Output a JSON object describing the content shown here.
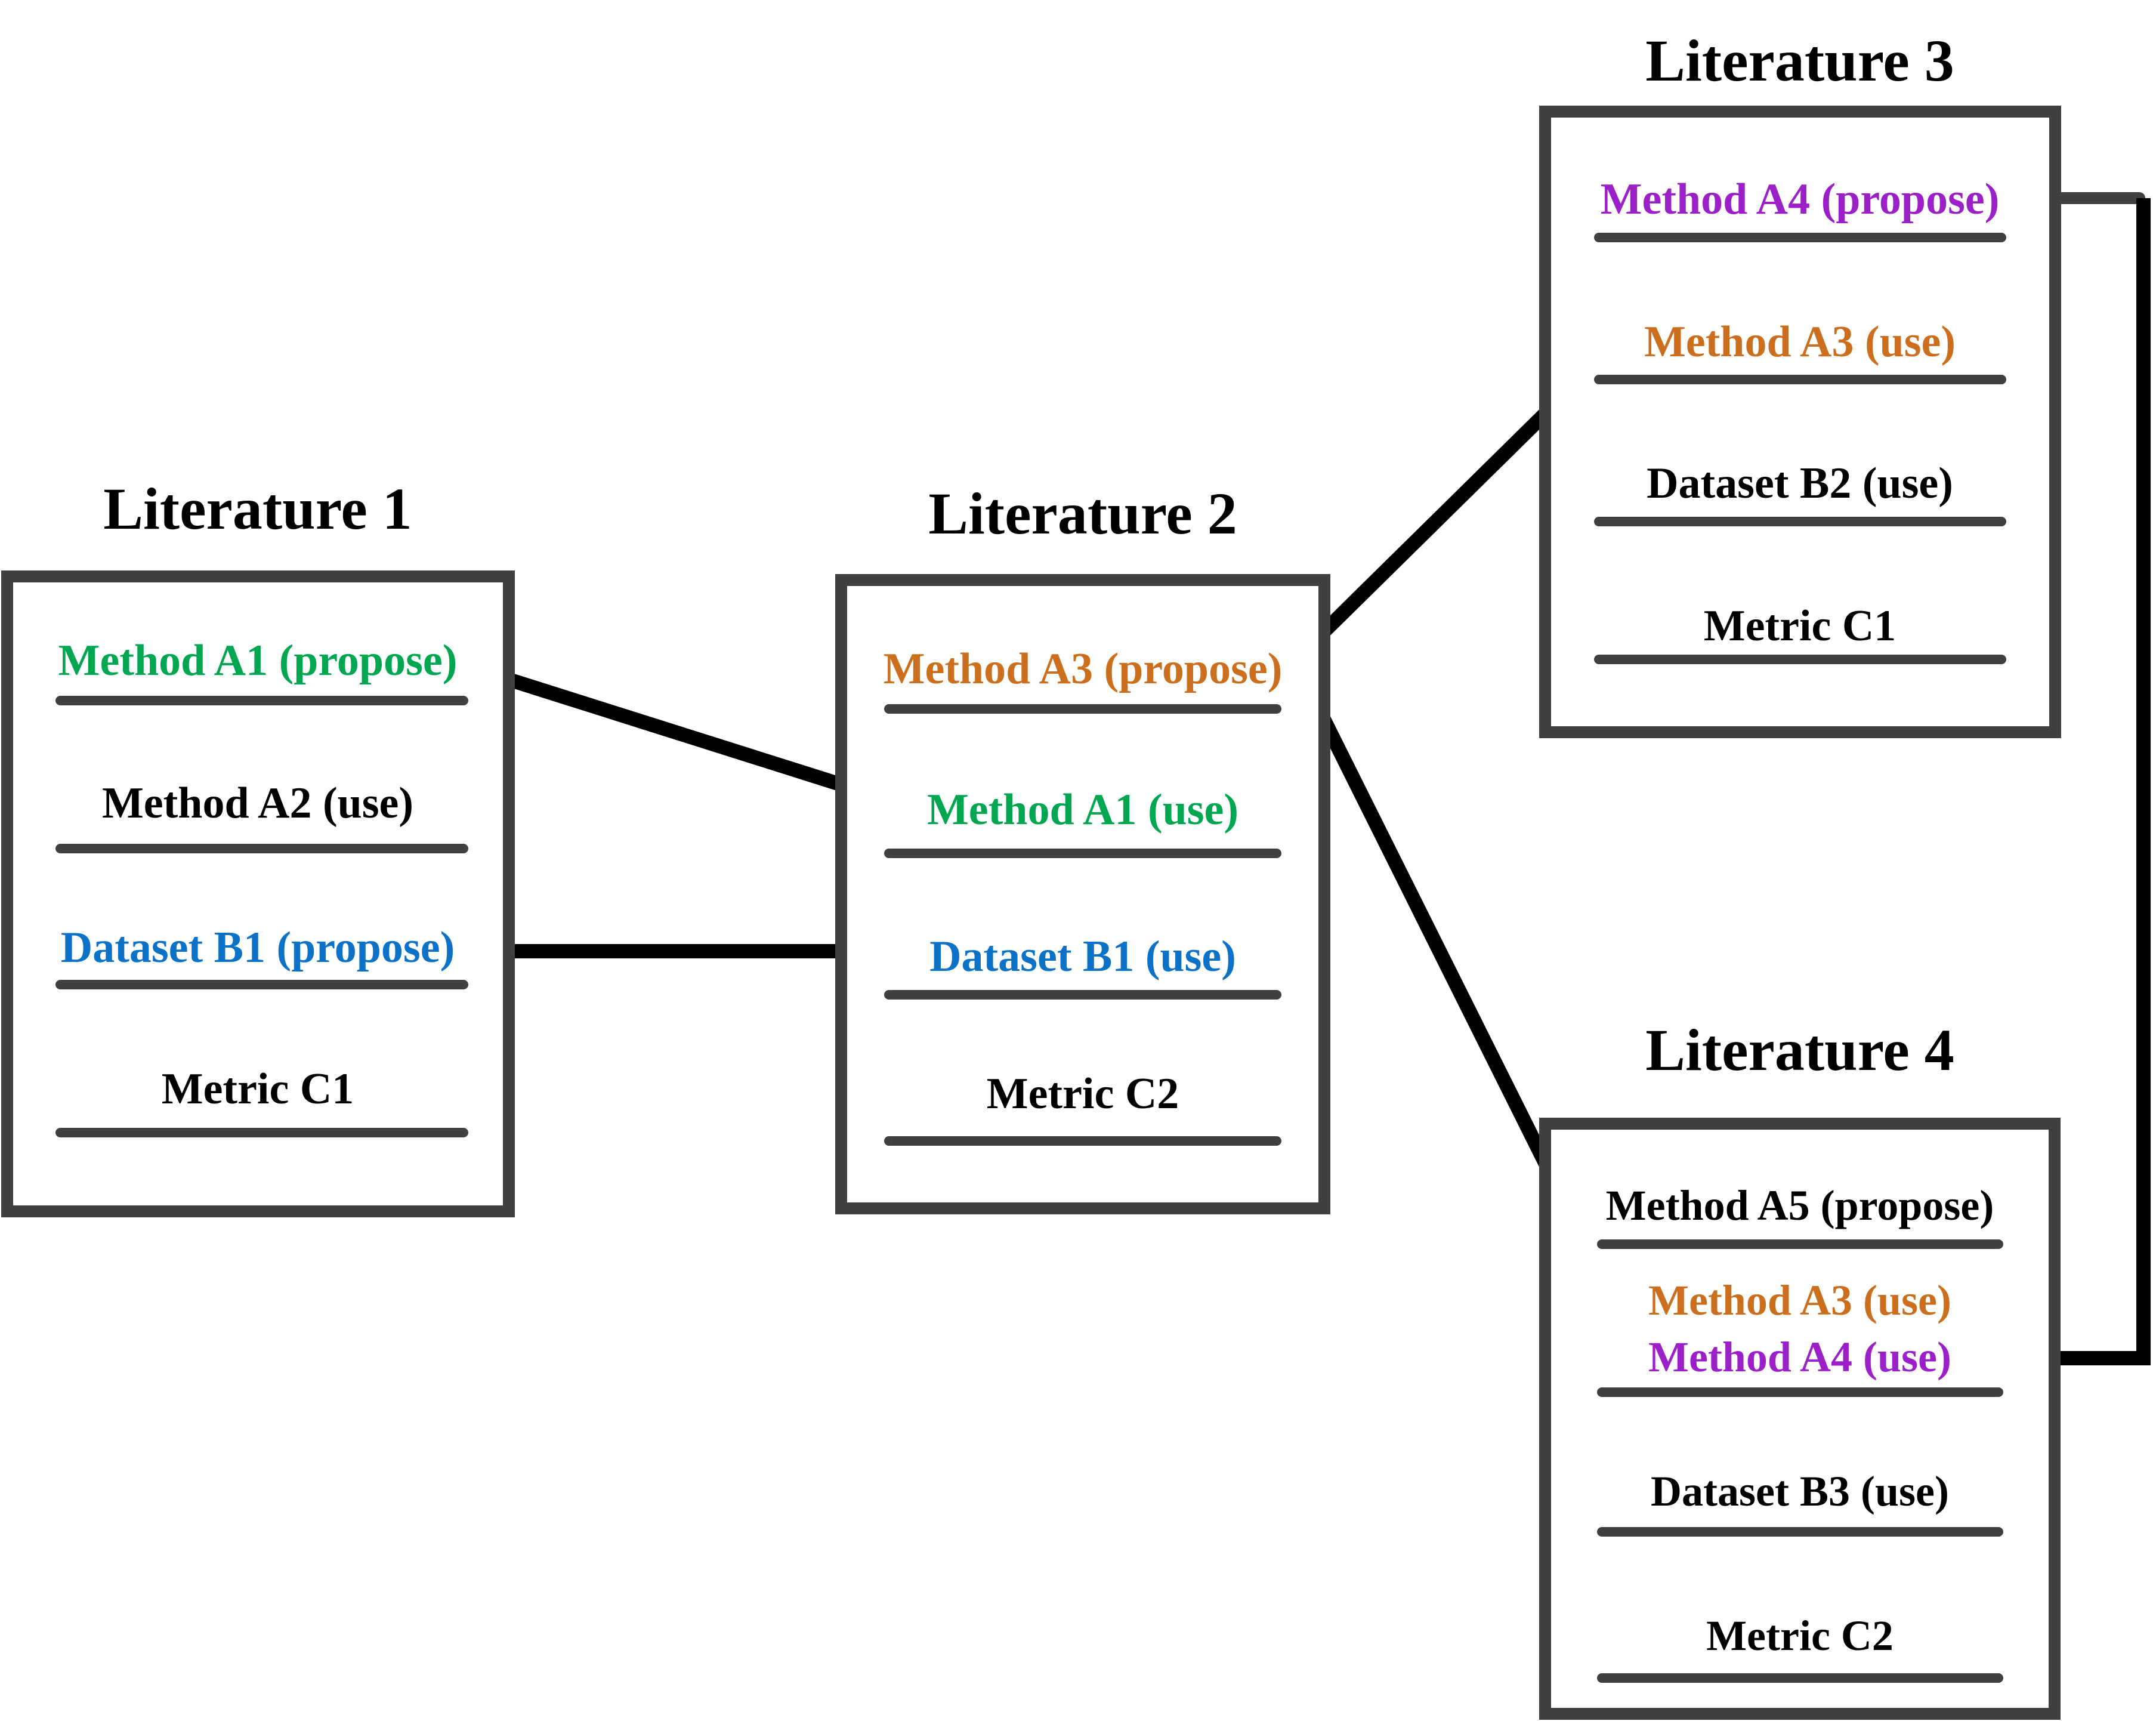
{
  "diagram_type": "literature-citation-diagram",
  "colors": {
    "method_a1_green": "#00A650",
    "dataset_b1_blue": "#0B72C8",
    "method_a3_orange": "#CB6F1E",
    "method_a4_purple": "#9C20C8",
    "default_black": "#000000",
    "border_gray": "#404040",
    "arrow_black": "#000000",
    "background": "#FFFFFF"
  },
  "literatures": [
    {
      "title": "Literature 1",
      "items": [
        {
          "label": "Method A1 (propose)",
          "color": "#00A650"
        },
        {
          "label": "Method A2 (use)",
          "color": "#000000"
        },
        {
          "label": "Dataset B1 (propose)",
          "color": "#0B72C8"
        },
        {
          "label": "Metric C1",
          "color": "#000000"
        }
      ]
    },
    {
      "title": "Literature 2",
      "items": [
        {
          "label": "Method A3 (propose)",
          "color": "#CB6F1E"
        },
        {
          "label": "Method A1 (use)",
          "color": "#00A650"
        },
        {
          "label": "Dataset B1 (use)",
          "color": "#0B72C8"
        },
        {
          "label": "Metric C2",
          "color": "#000000"
        }
      ]
    },
    {
      "title": "Literature 3",
      "items": [
        {
          "label": "Method A4 (propose)",
          "color": "#9C20C8"
        },
        {
          "label": "Method A3 (use)",
          "color": "#CB6F1E"
        },
        {
          "label": "Dataset B2 (use)",
          "color": "#000000"
        },
        {
          "label": "Metric C1",
          "color": "#000000"
        }
      ]
    },
    {
      "title": "Literature 4",
      "items": [
        {
          "label": "Method A5 (propose)",
          "color": "#000000"
        },
        {
          "label": "Method A3 (use)",
          "color": "#CB6F1E"
        },
        {
          "label": "Method A4 (use)",
          "color": "#9C20C8"
        },
        {
          "label": "Dataset B3 (use)",
          "color": "#000000"
        },
        {
          "label": "Metric C2",
          "color": "#000000"
        }
      ]
    }
  ],
  "relations": [
    {
      "from": "Literature 1 / Method A1 (propose)",
      "to": "Literature 2 / Method A1 (use)"
    },
    {
      "from": "Literature 1 / Dataset B1 (propose)",
      "to": "Literature 2 / Dataset B1 (use)"
    },
    {
      "from": "Literature 2 / Method A3 (propose)",
      "to": "Literature 3 / Method A3 (use)"
    },
    {
      "from": "Literature 2 / Method A3 (propose)",
      "to": "Literature 4 / Method A3 (use)"
    },
    {
      "from": "Literature 3 / Method A4 (propose)",
      "to": "Literature 4 / Method A4 (use)"
    }
  ]
}
